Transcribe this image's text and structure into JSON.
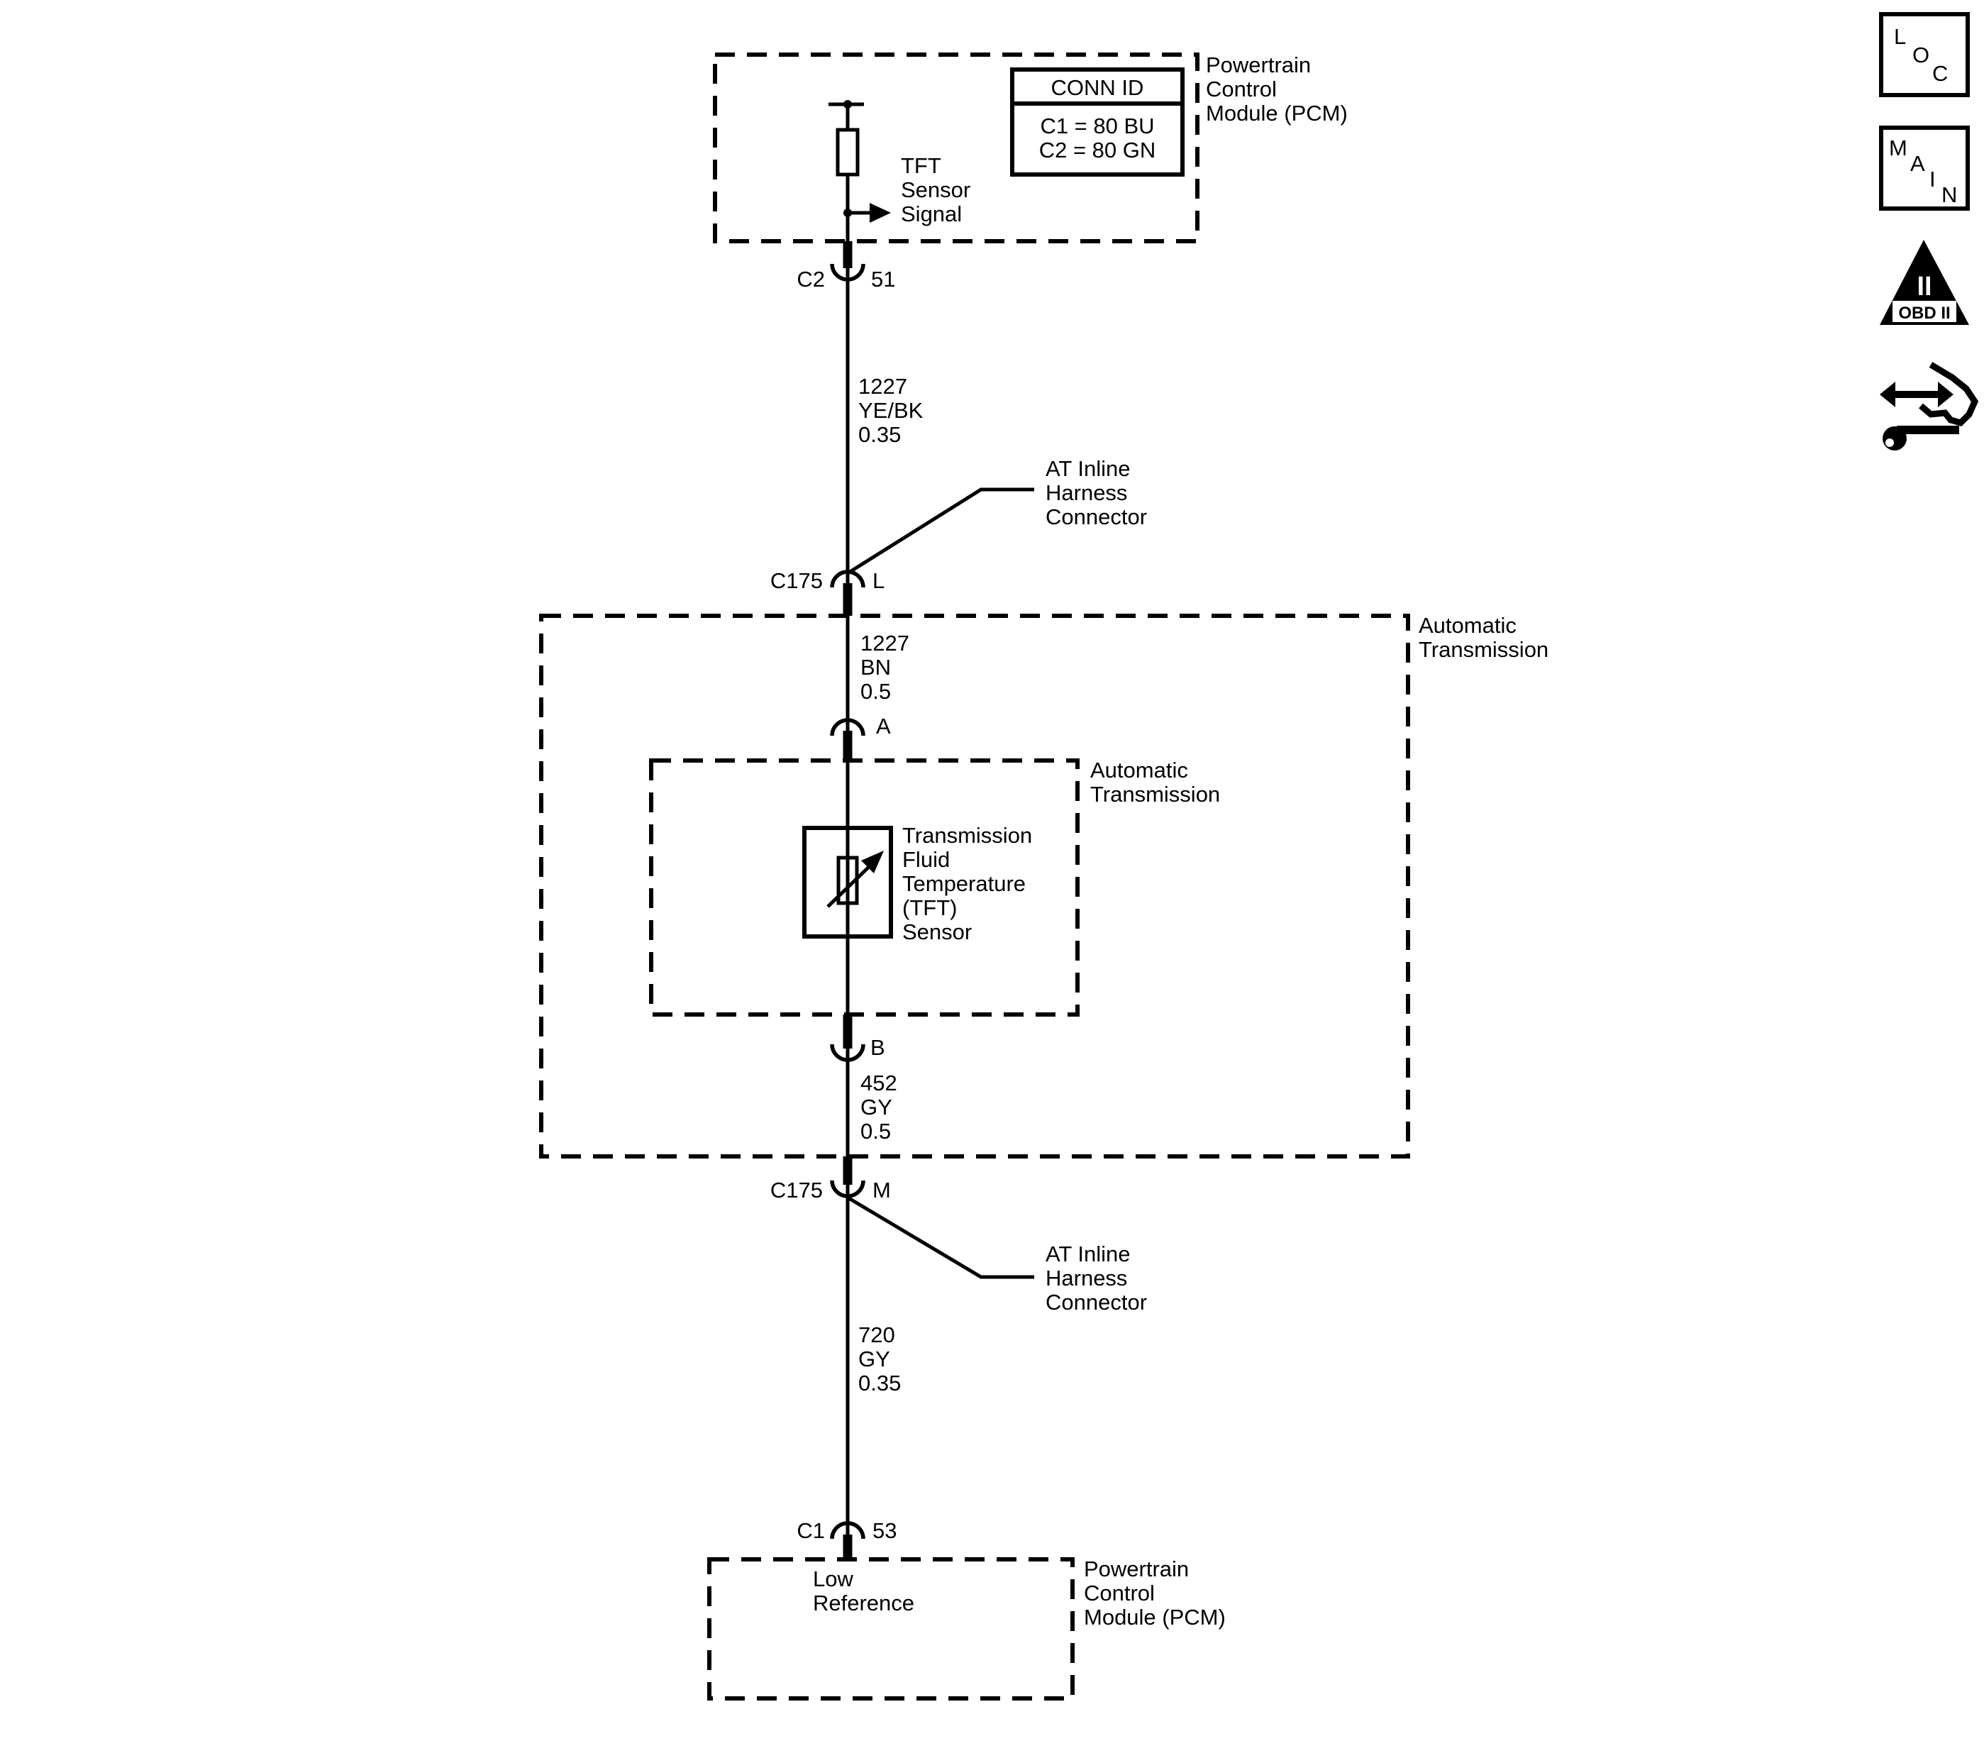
{
  "modules": {
    "pcm_top": [
      "Powertrain",
      "Control",
      "Module (PCM)"
    ],
    "pcm_bottom": [
      "Powertrain",
      "Control",
      "Module (PCM)"
    ],
    "trans_outer": [
      "Automatic",
      "Transmission"
    ],
    "trans_inner": [
      "Automatic",
      "Transmission"
    ]
  },
  "conn_id": {
    "header": "CONN ID",
    "line1": "C1 = 80 BU",
    "line2": "C2 = 80 GN"
  },
  "signals": {
    "tft_signal": [
      "TFT",
      "Sensor",
      "Signal"
    ],
    "low_ref": [
      "Low",
      "Reference"
    ]
  },
  "sensor": {
    "label": [
      "Transmission",
      "Fluid",
      "Temperature",
      "(TFT)",
      "Sensor"
    ]
  },
  "connectors": {
    "c2": {
      "name": "C2",
      "pin": "51"
    },
    "c175_l": {
      "name": "C175",
      "pin": "L"
    },
    "pin_a": "A",
    "pin_b": "B",
    "c175_m": {
      "name": "C175",
      "pin": "M"
    },
    "c1": {
      "name": "C1",
      "pin": "53"
    }
  },
  "harness_labels": {
    "top": [
      "AT Inline",
      "Harness",
      "Connector"
    ],
    "bottom": [
      "AT Inline",
      "Harness",
      "Connector"
    ]
  },
  "wires": {
    "w1": [
      "1227",
      "YE/BK",
      "0.35"
    ],
    "w2": [
      "1227",
      "BN",
      "0.5"
    ],
    "w3": [
      "452",
      "GY",
      "0.5"
    ],
    "w4": [
      "720",
      "GY",
      "0.35"
    ]
  },
  "nav_icons": {
    "loc": [
      "L",
      "O",
      "C"
    ],
    "main": [
      "M",
      "A",
      "I",
      "N"
    ],
    "obd": {
      "numeral": "II",
      "caption": "OBD II"
    }
  }
}
